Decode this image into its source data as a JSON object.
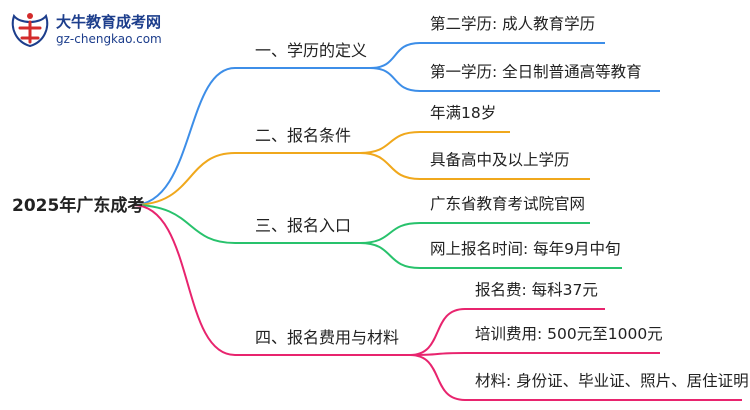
{
  "logo": {
    "title": "大牛教育成考网",
    "url": "gz-chengkao.com"
  },
  "mindmap": {
    "root": "2025年广东成考",
    "branches": [
      {
        "label": "一、学历的定义",
        "color": "#3d8ee8",
        "children": [
          "第二学历: 成人教育学历",
          "第一学历: 全日制普通高等教育"
        ]
      },
      {
        "label": "二、报名条件",
        "color": "#f0a81c",
        "children": [
          "年满18岁",
          "具备高中及以上学历"
        ]
      },
      {
        "label": "三、报名入口",
        "color": "#28c26c",
        "children": [
          "广东省教育考试院官网",
          "网上报名时间: 每年9月中旬"
        ]
      },
      {
        "label": "四、报名费用与材料",
        "color": "#e8246e",
        "children": [
          "报名费: 每科37元",
          "培训费用: 500元至1000元",
          "材料: 身份证、毕业证、照片、居住证明"
        ]
      }
    ]
  }
}
